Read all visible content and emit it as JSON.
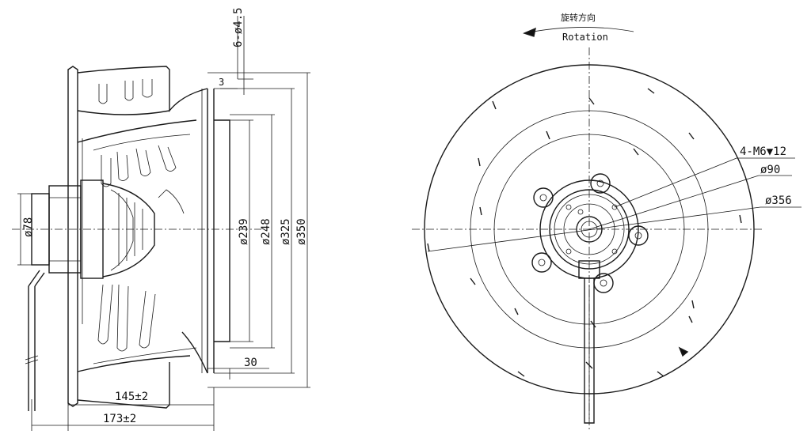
{
  "side_view": {
    "dim_hole": "6-ø4.5",
    "dim_3": "3",
    "dim_d78": "ø78",
    "dim_d239": "ø239",
    "dim_d248": "ø248",
    "dim_d325": "ø325",
    "dim_d350": "ø350",
    "dim_30": "30",
    "dim_145": "145±2",
    "dim_173": "173±2"
  },
  "front_view": {
    "rotation_cn": "旋转方向",
    "rotation_en": "Rotation",
    "dim_m6": "4-M6▼12",
    "dim_d90": "ø90",
    "dim_d356": "ø356"
  }
}
